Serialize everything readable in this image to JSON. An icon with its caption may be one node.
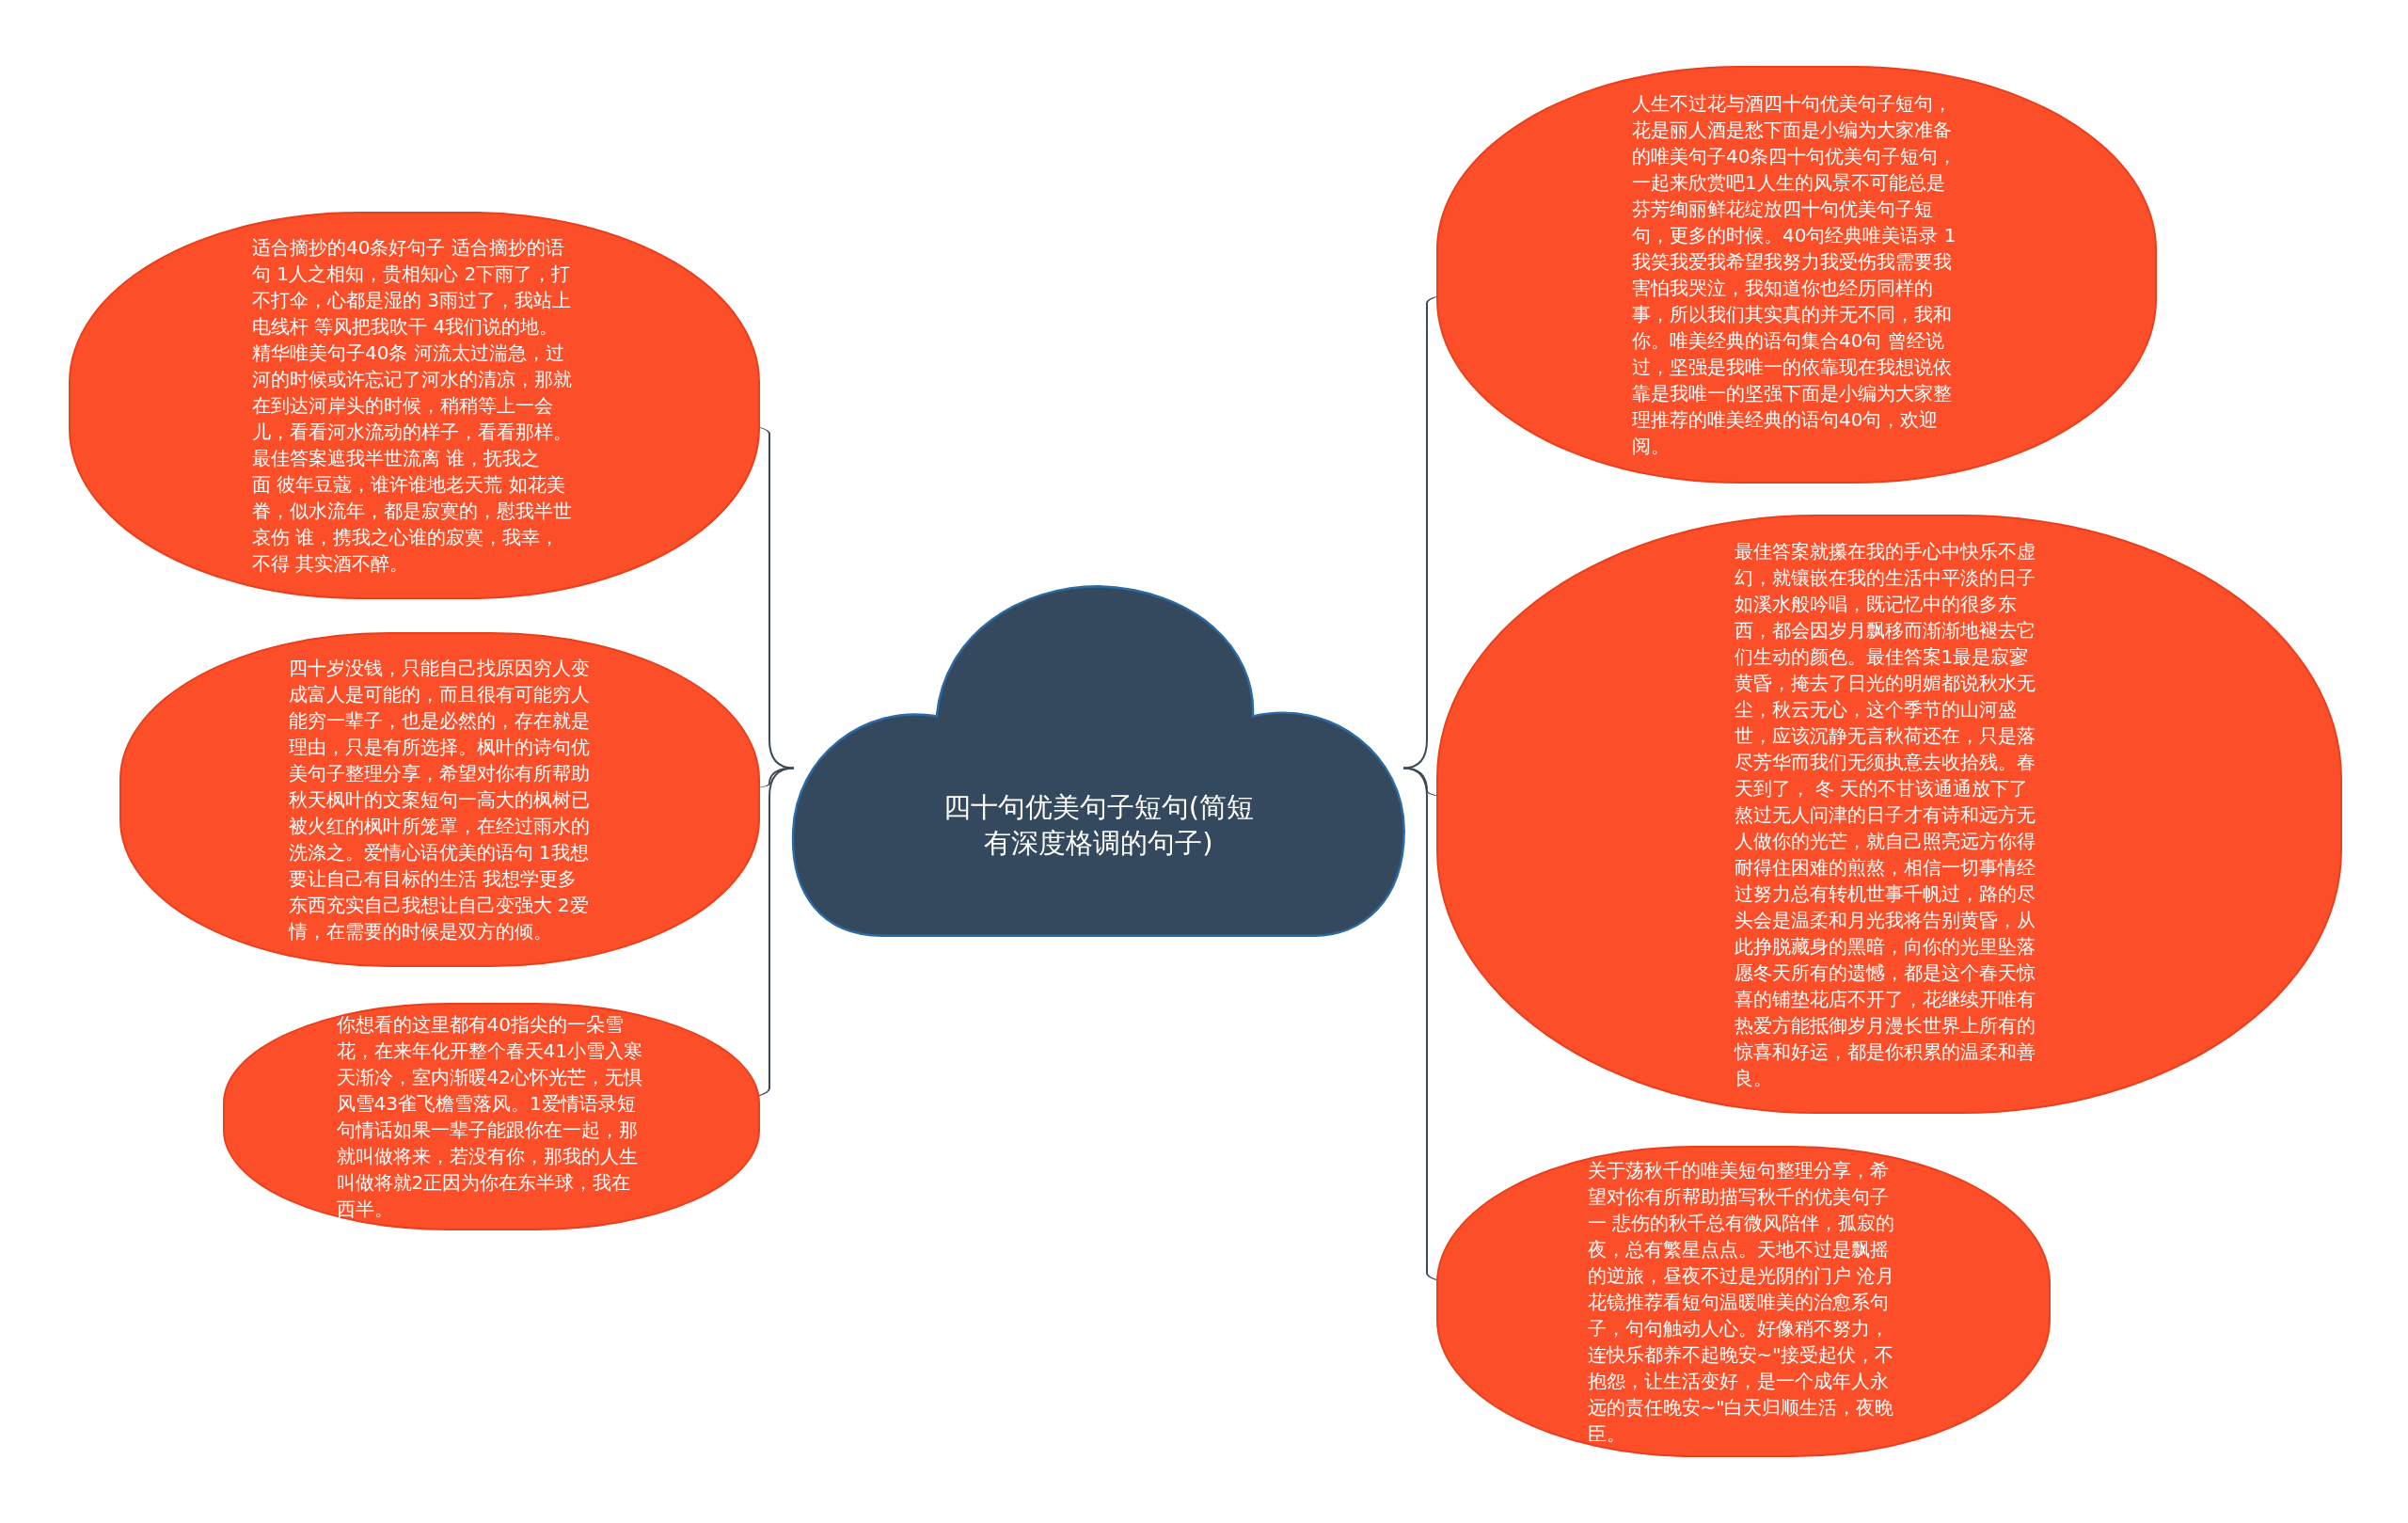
{
  "diagram": {
    "nodes": [
      {
        "text": [
          "四十句优美句子短句(简短有深度格调的句子)"
        ]
      },
      {
        "text": [
          "适合摘抄的40条好句子 适合摘抄的语句 1人之相知，贵相知心 2下雨了，打不打伞，心都是湿的 3雨过了，我站上电线杆 等风把我吹干 4我们说的地。精华唯美句子40条 河流太过湍急，过河的时候或许忘记了河水的清凉，那就在到达河岸头的时候，稍稍等上一会儿，看看河水流动的样子，看看那样。最佳答案遮我半世流离 谁，抚我之面 彼年豆蔻，谁许谁地老天荒 如花美眷，似水流年，都是寂寞的，慰我半世哀伤 谁，携我之心谁的寂寞，我幸，不得 其实酒不醉。"
        ]
      },
      {
        "text": [
          "四十岁没钱，只能自己找原因穷人变成富人是可能的，而且很有可能穷人能穷一辈子，也是必然的，存在就是理由，只是有所选择。枫叶的诗句优美句子整理分享，希望对你有所帮助秋天枫叶的文案短句一高大的枫树已被火红的枫叶所笼罩，在经过雨水的洗涤之。爱情心语优美的语句 1我想要让自己有目标的生活 我想学更多东西充实自己我想让自己变强大 2爱情，在需要的时候是双方的倾。"
        ]
      },
      {
        "text": [
          "你想看的这里都有40指尖的一朵雪花，在来年化开整个春天41小雪入寒天渐冷，室内渐暖42心怀光芒，无惧风雪43雀飞檐雪落风。1爱情语录短句情话如果一辈子能跟你在一起，那就叫做将来，若没有你，那我的人生叫做将就2正因为你在东半球，我在西半。"
        ]
      },
      {
        "text": [
          "人生不过花与酒四十句优美句子短句，花是丽人酒是愁下面是小编为大家准备的唯美句子40条四十句优美句子短句，一起来欣赏吧1人生的风景不可能总是芬芳绚丽鲜花绽放四十句优美句子短句，更多的时候。40句经典唯美语录 1我笑我爱我希望我努力我受伤我需要我害怕我哭泣，我知道你也经历同样的事，所以我们其实真的并无不同，我和你。唯美经典的语句集合40句 曾经说过，坚强是我唯一的依靠现在我想说依靠是我唯一的坚强下面是小编为大家整理推荐的唯美经典的语句40句，欢迎阅。"
        ]
      },
      {
        "text": [
          "最佳答案就攥在我的手心中快乐不虚幻，就镶嵌在我的生活中平淡的日子如溪水般吟唱，既记忆中的很多东西，都会因岁月飘移而渐渐地褪去它们生动的颜色。最佳答案1最是寂寥黄昏，掩去了日光的明媚都说秋水无尘，秋云无心，这个季节的山河盛世，应该沉静无言秋荷还在，只是落尽芳华而我们无须执意去收拾残。春天到了， 冬 天的不甘该通通放下了熬过无人问津的日子才有诗和远方无人做你的光芒，就自己照亮远方你得耐得住困难的煎熬，相信一切事情经过努力总有转机世事千帆过，路的尽头会是温柔和月光我将告别黄昏，从此挣脱藏身的黑暗，向你的光里坠落愿冬天所有的遗憾，都是这个春天惊喜的铺垫花店不开了，花继续开唯有热爱方能抵御岁月漫长世界上所有的惊喜和好运，都是你积累的温柔和善良。"
        ]
      },
      {
        "text": [
          "关于荡秋千的唯美短句整理分享，希望对你有所帮助描写秋千的优美句子一 悲伤的秋千总有微风陪伴，孤寂的夜，总有繁星点点。天地不过是飘摇的逆旅，昼夜不过是光阴的门户 沧月花镜推荐看短句温暖唯美的治愈系句子，句句触动人心。好像稍不努力，连快乐都养不起晚安~\"接受起伏，不抱怨，让生活变好，是一个成年人永远的责任晚安~\"白天归顺生活，夜晚臣。"
        ]
      }
    ],
    "edges": [
      {
        "from": 0,
        "to": 1,
        "arrow": "none"
      },
      {
        "from": 0,
        "to": 2,
        "arrow": "none"
      },
      {
        "from": 0,
        "to": 3,
        "arrow": "none"
      },
      {
        "from": 0,
        "to": 4,
        "arrow": "none"
      },
      {
        "from": 0,
        "to": 5,
        "arrow": "none"
      },
      {
        "from": 0,
        "to": 6,
        "arrow": "none"
      }
    ]
  }
}
